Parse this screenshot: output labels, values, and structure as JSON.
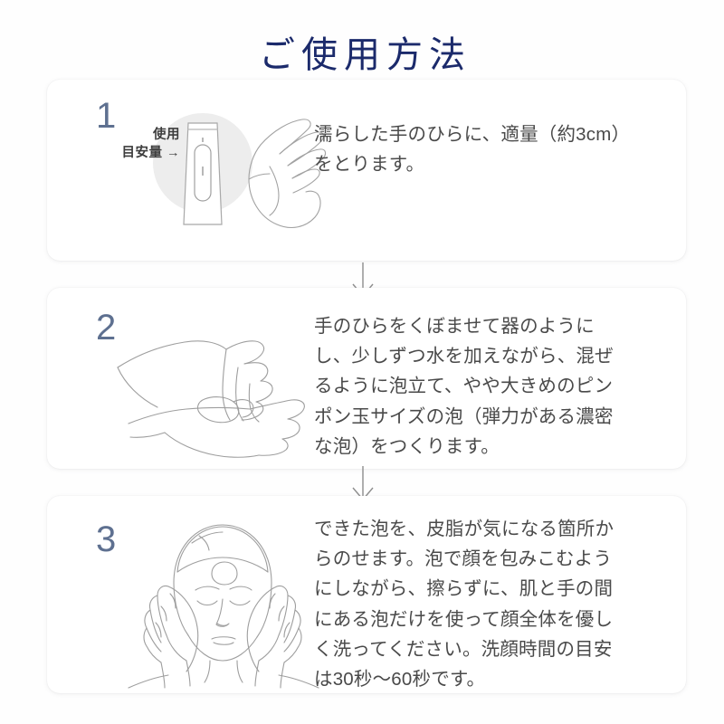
{
  "title": "ご使用方法",
  "steps": [
    {
      "number": "1",
      "illustration": "tube-and-open-palm-illustration",
      "dose_label": "使用\n目安量 →",
      "text": "濡らした手のひらに、適量（約3cm）\nをとります。"
    },
    {
      "number": "2",
      "illustration": "two-hands-lathering-foam-illustration",
      "text": "手のひらをくぼませて器のように\nし、少しずつ水を加えながら、混ぜ\nるように泡立て、やや大きめのピン\nポン玉サイズの泡（弾力がある濃密\nな泡）をつくります。"
    },
    {
      "number": "3",
      "illustration": "face-washing-with-both-hands-illustration",
      "text": "できた泡を、皮脂が気になる箇所か\nらのせます。泡で顔を包みこむよう\nにしながら、擦らずに、肌と手の間\nにある泡だけを使って顔全体を優し\nく洗ってください。洗顔時間の目安\nは30秒〜60秒です。"
    }
  ],
  "arrows": [
    {
      "name": "down-arrow-step1-to-step2"
    },
    {
      "name": "down-arrow-step2-to-step3"
    }
  ],
  "colors": {
    "title": "#1b2a6b",
    "step_number": "#5e7090",
    "body_text": "#4a4a4a",
    "line_art": "#8a8a8a",
    "circle_backdrop": "#ededed",
    "background": "#fefefe"
  }
}
